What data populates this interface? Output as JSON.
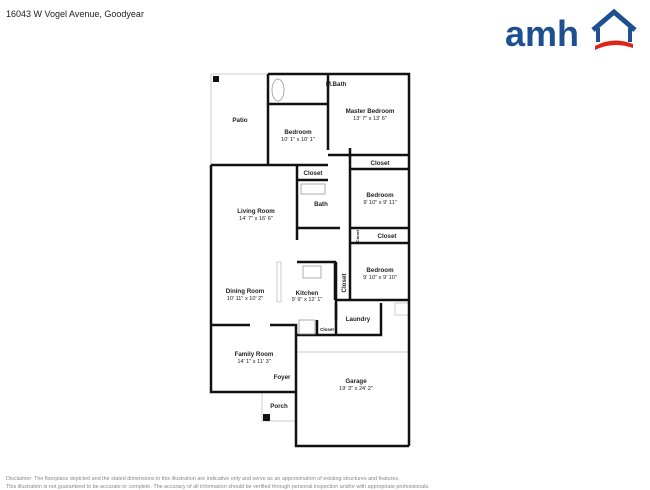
{
  "header": {
    "address": "16043 W Vogel Avenue, Goodyear"
  },
  "logo": {
    "text": "amh",
    "colors": {
      "blue": "#1d4f91",
      "red": "#e2231a"
    }
  },
  "rooms": {
    "mbath": {
      "name": "M.Bath"
    },
    "master": {
      "name": "Master Bedroom",
      "dims": "13' 7\" x 13' 6\""
    },
    "patio": {
      "name": "Patio"
    },
    "bedroom1": {
      "name": "Bedroom",
      "dims": "10' 1\" x 10' 1\""
    },
    "closet_master": {
      "name": "Closet"
    },
    "closet_hall": {
      "name": "Closet"
    },
    "bath": {
      "name": "Bath"
    },
    "bedroom2": {
      "name": "Bedroom",
      "dims": "9' 10\" x 9' 11\""
    },
    "living": {
      "name": "Living Room",
      "dims": "14' 7\" x 16' 6\""
    },
    "closet_b2": {
      "name": "Closet"
    },
    "closet_small": {
      "name": "Closet"
    },
    "bedroom3": {
      "name": "Bedroom",
      "dims": "9' 10\" x 9' 10\""
    },
    "closet_b3": {
      "name": "Closet"
    },
    "dining": {
      "name": "Dining Room",
      "dims": "10' 11\" x 10' 2\""
    },
    "kitchen": {
      "name": "Kitchen",
      "dims": "9' 9\" x 12' 1\""
    },
    "laundry": {
      "name": "Laundry"
    },
    "closet_laundry": {
      "name": "Closet"
    },
    "family": {
      "name": "Family Room",
      "dims": "14' 1\" x 11' 3\""
    },
    "foyer": {
      "name": "Foyer"
    },
    "garage": {
      "name": "Garage",
      "dims": "19' 3\" x 24' 2\""
    },
    "porch": {
      "name": "Porch"
    }
  },
  "footer": {
    "disclaimer1": "Disclaimer: The floorplans depicted and the stated dimensions in this illustration are indicative only and serve as an approximation of existing structures and features.",
    "disclaimer2": "This illustration is not guaranteed to be accurate or complete. The accuracy of all information should be verified through personal inspection and/or with appropriate professionals."
  }
}
